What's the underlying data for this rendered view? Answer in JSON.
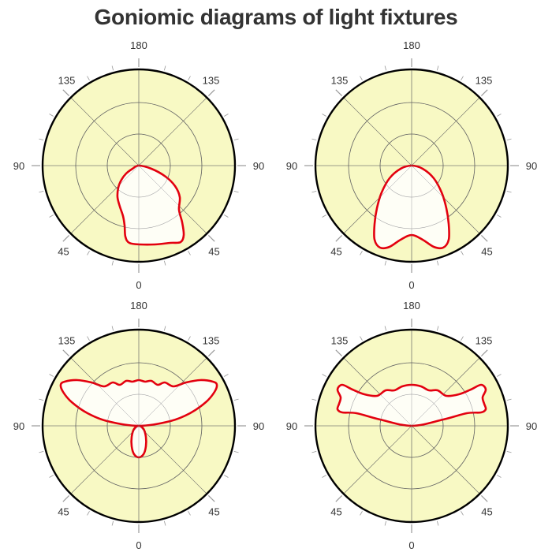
{
  "title": "Goniomic diagrams of light fixtures",
  "colors": {
    "disc_fill": "#f8f9c4",
    "outline": "#000000",
    "grid": "#666666",
    "tick": "#999999",
    "lobe_fill": "#ffffff",
    "curve": "#e3000f"
  },
  "diagrams": [
    {
      "labels": {
        "top": "180",
        "upper_left": "135",
        "upper_right": "135",
        "left": "90",
        "right": "90",
        "lower_left": "45",
        "lower_right": "45",
        "bottom": "0"
      },
      "curves": [
        {
          "points": [
            [
              0,
              0
            ],
            [
              -8,
              4
            ],
            [
              -16,
              10
            ],
            [
              -22,
              18
            ],
            [
              -26,
              28
            ],
            [
              -27,
              40
            ],
            [
              -24,
              52
            ],
            [
              -20,
              64
            ],
            [
              -18,
              76
            ],
            [
              -17,
              90
            ],
            [
              -12,
              98
            ],
            [
              2,
              100
            ],
            [
              20,
              100
            ],
            [
              40,
              98
            ],
            [
              53,
              97
            ],
            [
              57,
              88
            ],
            [
              55,
              72
            ],
            [
              51,
              56
            ],
            [
              52,
              40
            ],
            [
              46,
              26
            ],
            [
              34,
              14
            ],
            [
              16,
              4
            ]
          ],
          "closed": true
        }
      ]
    },
    {
      "labels": {
        "top": "180",
        "upper_left": "135",
        "upper_right": "135",
        "left": "90",
        "right": "90",
        "lower_left": "45",
        "lower_right": "45",
        "bottom": "0"
      },
      "curves": [
        {
          "points": [
            [
              0,
              0
            ],
            [
              -14,
              4
            ],
            [
              -28,
              16
            ],
            [
              -38,
              34
            ],
            [
              -44,
              54
            ],
            [
              -47,
              74
            ],
            [
              -47,
              94
            ],
            [
              -40,
              104
            ],
            [
              -28,
              103
            ],
            [
              -14,
              94
            ],
            [
              0,
              88
            ],
            [
              14,
              94
            ],
            [
              28,
              103
            ],
            [
              40,
              104
            ],
            [
              47,
              94
            ],
            [
              47,
              74
            ],
            [
              44,
              54
            ],
            [
              38,
              34
            ],
            [
              28,
              16
            ],
            [
              14,
              4
            ]
          ],
          "closed": true
        }
      ]
    },
    {
      "labels": {
        "top": "180",
        "upper_left": "135",
        "upper_right": "135",
        "left": "90",
        "right": "90",
        "lower_left": "45",
        "lower_right": "45",
        "bottom": "0"
      },
      "curves": [
        {
          "points": [
            [
              0,
              0
            ],
            [
              -40,
              -6
            ],
            [
              -65,
              -16
            ],
            [
              -85,
              -30
            ],
            [
              -96,
              -43
            ],
            [
              -99,
              -52
            ],
            [
              -94,
              -56
            ],
            [
              -78,
              -58
            ],
            [
              -60,
              -55
            ],
            [
              -44,
              -50
            ],
            [
              -33,
              -55
            ],
            [
              -24,
              -52
            ],
            [
              -16,
              -57
            ],
            [
              -8,
              -56
            ],
            [
              0,
              -58
            ],
            [
              8,
              -56
            ],
            [
              16,
              -57
            ],
            [
              24,
              -52
            ],
            [
              33,
              -55
            ],
            [
              44,
              -50
            ],
            [
              60,
              -55
            ],
            [
              78,
              -58
            ],
            [
              94,
              -56
            ],
            [
              99,
              -52
            ],
            [
              96,
              -43
            ],
            [
              85,
              -30
            ],
            [
              65,
              -16
            ],
            [
              40,
              -6
            ]
          ],
          "closed": true
        },
        {
          "points": [
            [
              0,
              0
            ],
            [
              -6,
              4
            ],
            [
              -9,
              14
            ],
            [
              -9,
              26
            ],
            [
              -6,
              36
            ],
            [
              0,
              40
            ],
            [
              6,
              36
            ],
            [
              9,
              26
            ],
            [
              9,
              14
            ],
            [
              6,
              4
            ]
          ],
          "closed": true
        }
      ]
    },
    {
      "labels": {
        "top": "180",
        "upper_left": "135",
        "upper_right": "135",
        "left": "90",
        "right": "90",
        "lower_left": "45",
        "lower_right": "45",
        "bottom": "0"
      },
      "curves": [
        {
          "points": [
            [
              0,
              0
            ],
            [
              -40,
              -8
            ],
            [
              -70,
              -16
            ],
            [
              -88,
              -17
            ],
            [
              -94,
              -21
            ],
            [
              -92,
              -28
            ],
            [
              -90,
              -36
            ],
            [
              -94,
              -46
            ],
            [
              -88,
              -52
            ],
            [
              -75,
              -46
            ],
            [
              -60,
              -40
            ],
            [
              -44,
              -38
            ],
            [
              -33,
              -45
            ],
            [
              -22,
              -45
            ],
            [
              -12,
              -50
            ],
            [
              0,
              -52
            ],
            [
              12,
              -50
            ],
            [
              22,
              -45
            ],
            [
              33,
              -45
            ],
            [
              44,
              -38
            ],
            [
              60,
              -40
            ],
            [
              75,
              -46
            ],
            [
              88,
              -52
            ],
            [
              94,
              -46
            ],
            [
              90,
              -36
            ],
            [
              92,
              -28
            ],
            [
              94,
              -21
            ],
            [
              88,
              -17
            ],
            [
              70,
              -16
            ],
            [
              40,
              -8
            ]
          ],
          "closed": true
        }
      ]
    }
  ]
}
